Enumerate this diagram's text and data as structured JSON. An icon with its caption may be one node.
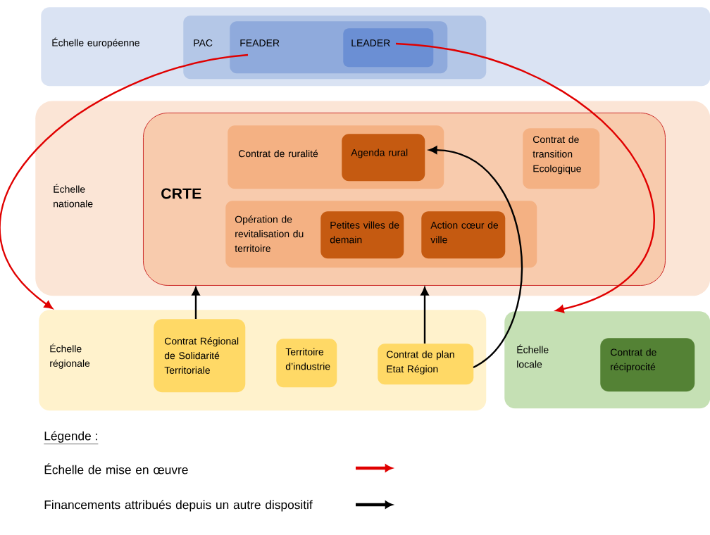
{
  "diagram": {
    "nodes": [
      {
        "text": [
          "Échelle européenne"
        ]
      },
      {
        "text": [
          "PAC"
        ],
        "in": 0
      },
      {
        "text": [
          "FEADER"
        ],
        "in": 1
      },
      {
        "text": [
          "LEADER"
        ],
        "in": 2
      },
      {
        "text": [
          "Échelle nationale"
        ]
      },
      {
        "text": [
          "CRTE"
        ],
        "in": 4
      },
      {
        "text": [
          "Contrat de ruralité"
        ],
        "in": 5
      },
      {
        "text": [
          "Agenda rural"
        ],
        "in": 6
      },
      {
        "text": [
          "Contrat de transition Ecologique"
        ],
        "in": 5
      },
      {
        "text": [
          "Opération de revitalisation du territoire"
        ],
        "in": 5
      },
      {
        "text": [
          "Petites villes de demain"
        ],
        "in": 9
      },
      {
        "text": [
          "Action cœur de ville"
        ],
        "in": 9
      },
      {
        "text": [
          "Échelle régionale"
        ]
      },
      {
        "text": [
          "Contrat Régional de Solidarité Territoriale"
        ],
        "in": 12
      },
      {
        "text": [
          "Territoire d’industrie"
        ],
        "in": 12
      },
      {
        "text": [
          "Contrat de plan Etat Région"
        ],
        "in": 12
      },
      {
        "text": [
          "Échelle locale"
        ]
      },
      {
        "text": [
          "Contrat de réciprocité"
        ],
        "in": 16
      }
    ],
    "edges": [
      {
        "from": 2,
        "to": 12,
        "arrow": "to",
        "color": "#e00000"
      },
      {
        "from": 3,
        "to": 16,
        "arrow": "to",
        "color": "#e00000"
      },
      {
        "from": 13,
        "to": 5,
        "arrow": "to"
      },
      {
        "from": 15,
        "to": 5,
        "arrow": "to"
      },
      {
        "from": 15,
        "to": 7,
        "arrow": "to"
      }
    ],
    "labels": [
      "Légende :"
    ],
    "legend": [
      {
        "text": "Échelle de mise en œuvre"
      },
      {
        "text": "Financements attribués depuis un autre dispositif"
      }
    ]
  }
}
